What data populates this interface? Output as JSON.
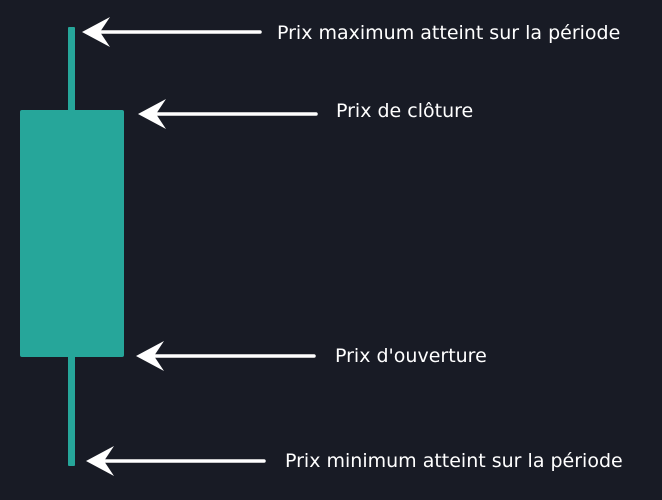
{
  "diagram": {
    "title": "",
    "type": "candlestick-anatomy",
    "colors": {
      "background": "#181b25",
      "candle": "#26a69a",
      "arrow": "#ffffff",
      "text": "#ffffff"
    },
    "labels": {
      "high": "Prix maximum atteint sur la période",
      "close": "Prix de clôture",
      "open": "Prix d'ouverture",
      "low": "Prix minimum atteint sur la période"
    }
  }
}
